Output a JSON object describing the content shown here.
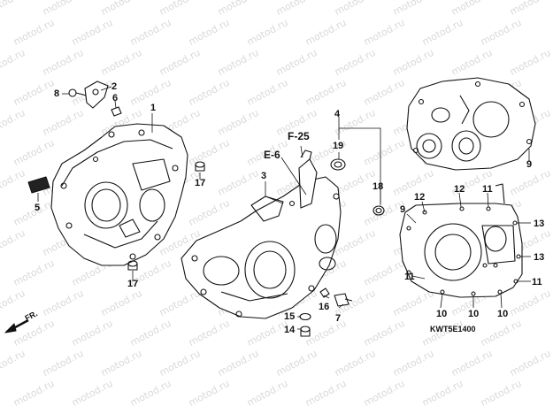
{
  "watermark": "motod.ru",
  "direction_label": "FR.",
  "diagram_code": "KWT5E1400",
  "refs": {
    "f25": "F-25",
    "e6": "E-6"
  },
  "callouts": {
    "c1": "1",
    "c2": "2",
    "c3": "3",
    "c4": "4",
    "c5": "5",
    "c6": "6",
    "c7": "7",
    "c8": "8",
    "c9": "9",
    "c10": "10",
    "c11": "11",
    "c12": "12",
    "c13": "13",
    "c14": "14",
    "c15": "15",
    "c16": "16",
    "c17": "17",
    "c18": "18",
    "c19": "19"
  }
}
